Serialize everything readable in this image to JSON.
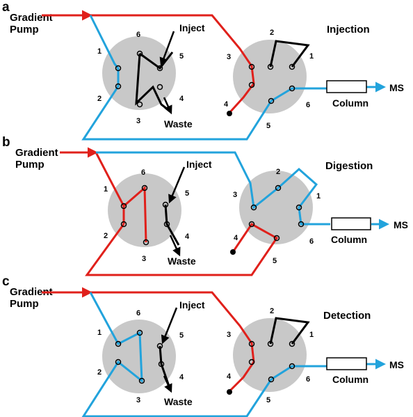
{
  "colors": {
    "red_line": "#e0201b",
    "blue_line": "#22a3dc",
    "black_line": "#000000",
    "valve_fill": "#c8c8c8"
  },
  "panels": [
    {
      "letter": "a",
      "pump_label_1": "Gradient",
      "pump_label_2": "Pump",
      "inject": "Inject",
      "waste": "Waste",
      "mode": "Injection",
      "column": "Column",
      "ms": "MS",
      "valve1_ports": [
        "1",
        "2",
        "3",
        "4",
        "5",
        "6"
      ],
      "valve2_ports": [
        "1",
        "2",
        "3",
        "4",
        "5",
        "6"
      ]
    },
    {
      "letter": "b",
      "pump_label_1": "Gradient",
      "pump_label_2": "Pump",
      "inject": "Inject",
      "waste": "Waste",
      "mode": "Digestion",
      "column": "Column",
      "ms": "MS",
      "valve1_ports": [
        "1",
        "2",
        "3",
        "4",
        "5",
        "6"
      ],
      "valve2_ports": [
        "1",
        "2",
        "3",
        "4",
        "5",
        "6"
      ]
    },
    {
      "letter": "c",
      "pump_label_1": "Gradient",
      "pump_label_2": "Pump",
      "inject": "Inject",
      "waste": "Waste",
      "mode": "Detection",
      "column": "Column",
      "ms": "MS",
      "valve1_ports": [
        "1",
        "2",
        "3",
        "4",
        "5",
        "6"
      ],
      "valve2_ports": [
        "1",
        "2",
        "3",
        "4",
        "5",
        "6"
      ]
    }
  ]
}
